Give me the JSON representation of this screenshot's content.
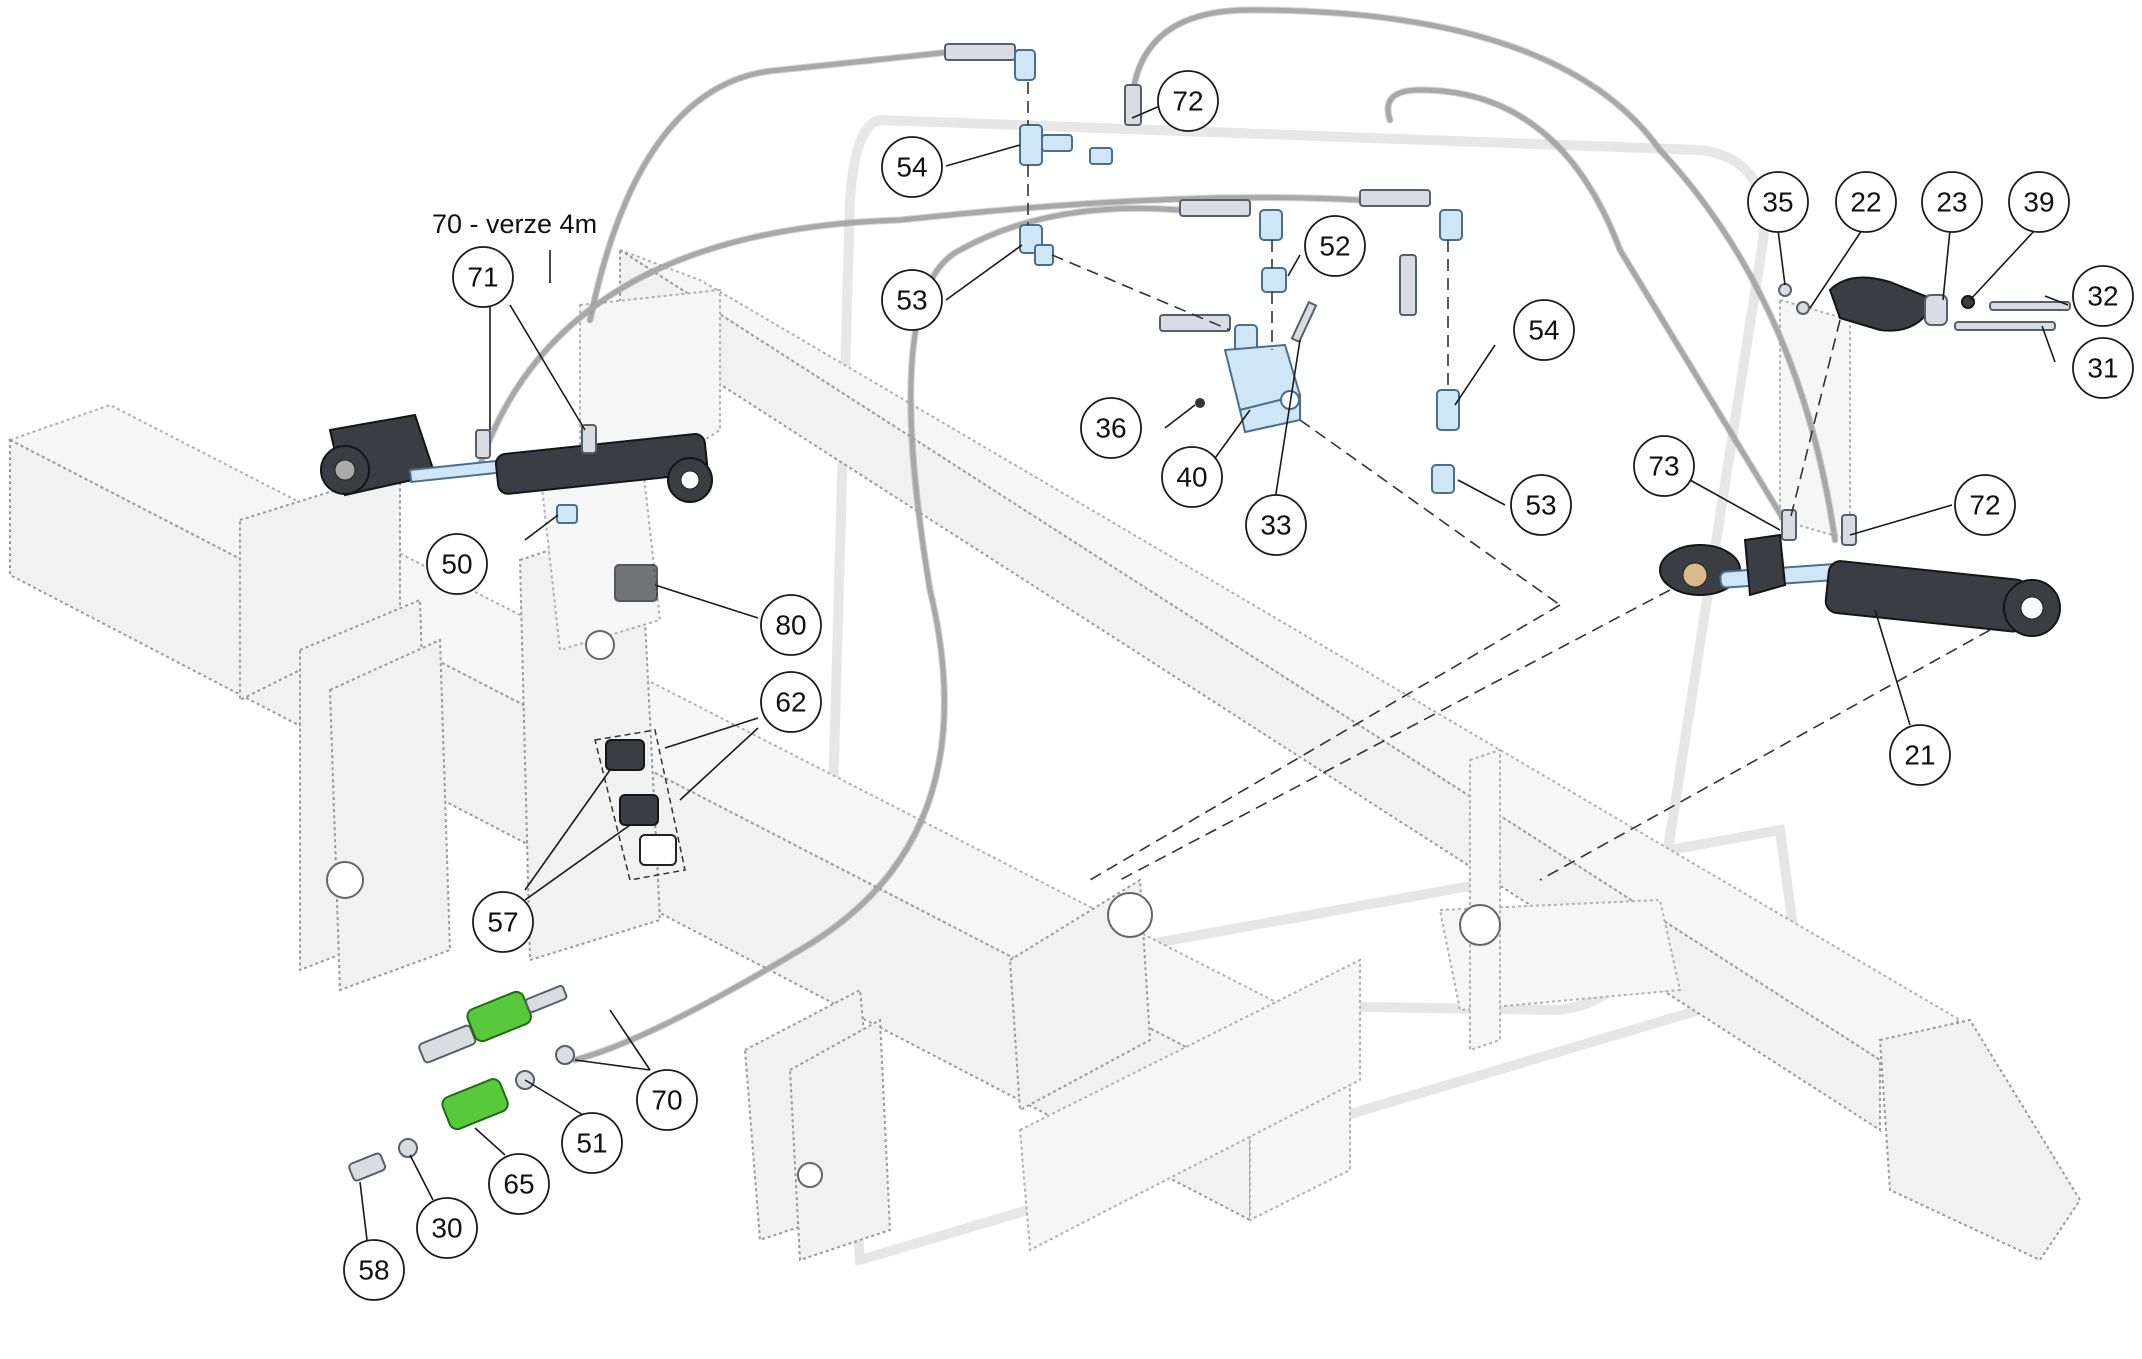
{
  "caption": "70 - verze 4m",
  "callouts": [
    {
      "id": "c72a",
      "label": "72"
    },
    {
      "id": "c54a",
      "label": "54"
    },
    {
      "id": "c53a",
      "label": "53"
    },
    {
      "id": "c52",
      "label": "52"
    },
    {
      "id": "c54b",
      "label": "54"
    },
    {
      "id": "c36",
      "label": "36"
    },
    {
      "id": "c40",
      "label": "40"
    },
    {
      "id": "c33",
      "label": "33"
    },
    {
      "id": "c53b",
      "label": "53"
    },
    {
      "id": "c71",
      "label": "71"
    },
    {
      "id": "c50",
      "label": "50"
    },
    {
      "id": "c80",
      "label": "80"
    },
    {
      "id": "c62",
      "label": "62"
    },
    {
      "id": "c57",
      "label": "57"
    },
    {
      "id": "c70",
      "label": "70"
    },
    {
      "id": "c51",
      "label": "51"
    },
    {
      "id": "c65",
      "label": "65"
    },
    {
      "id": "c30",
      "label": "30"
    },
    {
      "id": "c58",
      "label": "58"
    },
    {
      "id": "c35",
      "label": "35"
    },
    {
      "id": "c22",
      "label": "22"
    },
    {
      "id": "c23",
      "label": "23"
    },
    {
      "id": "c39",
      "label": "39"
    },
    {
      "id": "c32",
      "label": "32"
    },
    {
      "id": "c31",
      "label": "31"
    },
    {
      "id": "c73",
      "label": "73"
    },
    {
      "id": "c72b",
      "label": "72"
    },
    {
      "id": "c21",
      "label": "21"
    }
  ],
  "colors": {
    "callout_stroke": "#1a1a1a",
    "hose": "#a8a8a8",
    "cylinder": "#3a3d42",
    "fitting": "#cfe6f6",
    "coupling_sleeve": "#58c93c",
    "frame": "#f1f1f1"
  }
}
